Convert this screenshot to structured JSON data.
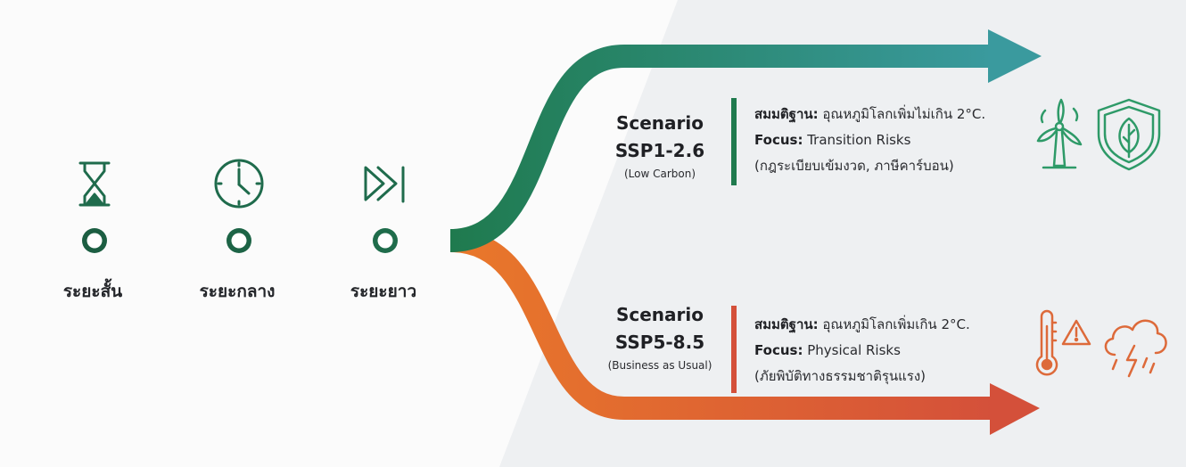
{
  "timeline": {
    "stages": [
      {
        "label": "ระยะสั้น",
        "icon": "hourglass-icon"
      },
      {
        "label": "ระยะกลาง",
        "icon": "clock-icon"
      },
      {
        "label": "ระยะยาว",
        "icon": "fast-forward-icon"
      }
    ],
    "color": "#1f6b4c"
  },
  "scenarios": [
    {
      "title": "Scenario",
      "code": "SSP1-2.6",
      "subtitle": "(Low Carbon)",
      "assumption_label": "สมมติฐาน:",
      "assumption_text": " อุณหภูมิโลกเพิ่มไม่เกิน 2°C.",
      "focus_label": "Focus:",
      "focus_text": " Transition Risks",
      "detail": "(กฎระเบียบเข้มงวด, ภาษีคาร์บอน)",
      "color_start": "#1f7a4e",
      "color_end": "#3a9a9e",
      "icons": [
        "wind-turbine-icon",
        "leaf-shield-icon"
      ]
    },
    {
      "title": "Scenario",
      "code": "SSP5-8.5",
      "subtitle": "(Business as Usual)",
      "assumption_label": "สมมติฐาน:",
      "assumption_text": " อุณหภูมิโลกเพิ่มเกิน 2°C.",
      "focus_label": "Focus:",
      "focus_text": " Physical Risks",
      "detail": "(ภัยพิบัติทางธรรมชาติรุนแรง)",
      "color_start": "#e9782a",
      "color_end": "#d4503a",
      "icons": [
        "thermometer-warning-icon",
        "storm-cloud-icon"
      ]
    }
  ]
}
